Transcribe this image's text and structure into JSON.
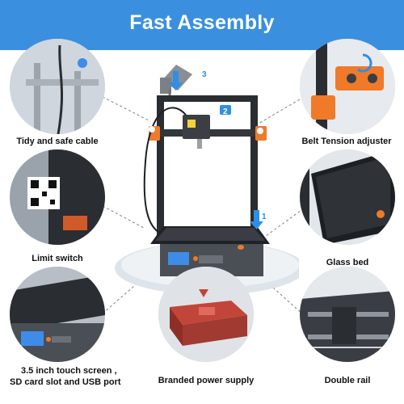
{
  "header": {
    "title": "Fast Assembly"
  },
  "colors": {
    "header_blue": "#3a8fdf",
    "accent_orange": "#ef7a2a",
    "frame_dark": "#2a2d31",
    "marker_blue": "#2f8ee6"
  },
  "features": [
    {
      "id": "cable",
      "label": "Tidy and safe cable"
    },
    {
      "id": "belt",
      "label": "Belt Tension adjuster"
    },
    {
      "id": "limit",
      "label": "Limit switch"
    },
    {
      "id": "glass",
      "label": "Glass bed"
    },
    {
      "id": "touch",
      "line1": "3.5 inch touch screen ,",
      "line2": "SD card slot and USB port"
    },
    {
      "id": "power",
      "label": "Branded power supply"
    },
    {
      "id": "rail",
      "label": "Double rail"
    }
  ],
  "markers": {
    "m1": "1",
    "m2": "2",
    "m3": "3"
  }
}
